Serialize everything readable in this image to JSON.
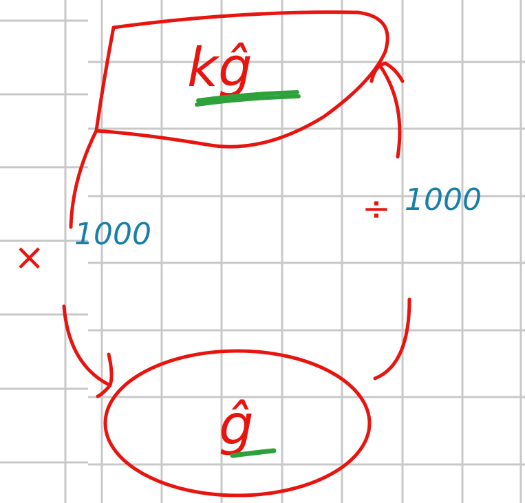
{
  "colors": {
    "ink_red": "#e8140f",
    "ink_blue": "#1a7fa8",
    "ink_green": "#2ea23a",
    "grid": "#c8c8c8",
    "background": "#ffffff"
  },
  "top_node": {
    "label": "kĝ",
    "underline_color": "green"
  },
  "bottom_node": {
    "label": "ĝ",
    "underline_color": "green"
  },
  "left_edge": {
    "operator": "×",
    "amount": "1000"
  },
  "right_edge": {
    "operator": "÷",
    "amount": "1000"
  }
}
